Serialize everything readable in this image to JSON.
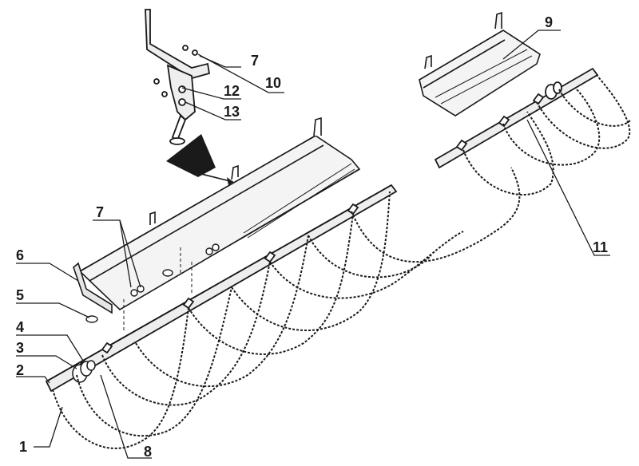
{
  "callouts": [
    {
      "id": "c1",
      "text": "1"
    },
    {
      "id": "c2",
      "text": "2"
    },
    {
      "id": "c3",
      "text": "3"
    },
    {
      "id": "c4",
      "text": "4"
    },
    {
      "id": "c5",
      "text": "5"
    },
    {
      "id": "c6",
      "text": "6"
    },
    {
      "id": "c7a",
      "text": "7"
    },
    {
      "id": "c7b",
      "text": "7"
    },
    {
      "id": "c8",
      "text": "8"
    },
    {
      "id": "c9",
      "text": "9"
    },
    {
      "id": "c10",
      "text": "10"
    },
    {
      "id": "c11",
      "text": "11"
    },
    {
      "id": "c12",
      "text": "12"
    },
    {
      "id": "c13",
      "text": "13"
    }
  ],
  "colors": {
    "line": "#1a1a1a",
    "fill": "#ffffff",
    "shade": "#e6e6e6"
  }
}
